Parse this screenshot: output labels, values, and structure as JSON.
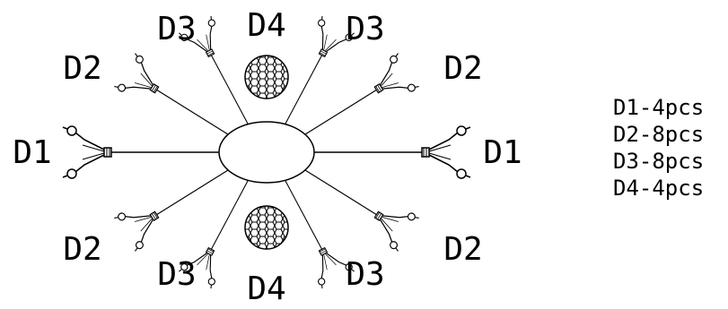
{
  "diagram": {
    "arm_labels": {
      "d1_left": "D1",
      "d1_right": "D1",
      "d2_top_left": "D2",
      "d2_top_right": "D2",
      "d2_bottom_left": "D2",
      "d2_bottom_right": "D2",
      "d3_top_left": "D3",
      "d3_top_right": "D3",
      "d3_bottom_left": "D3",
      "d3_bottom_right": "D3",
      "d4_top": "D4",
      "d4_bottom": "D4"
    },
    "legend": [
      "D1-4pcs",
      "D2-8pcs",
      "D3-8pcs",
      "D4-4pcs"
    ]
  }
}
